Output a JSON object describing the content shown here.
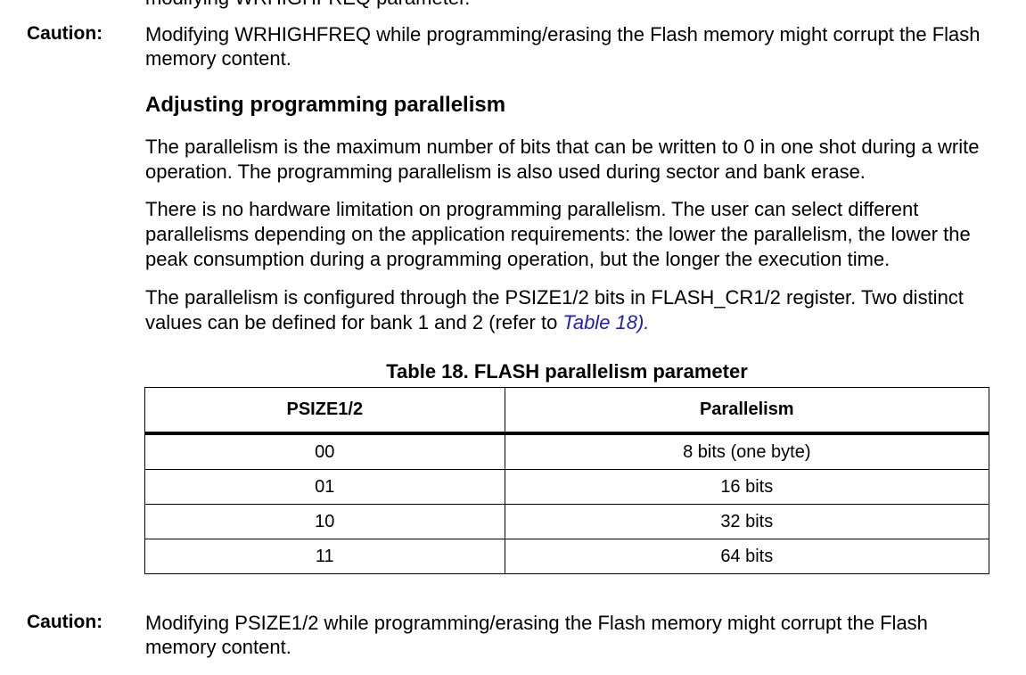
{
  "top_fragment": "modifying WRHIGHFREQ parameter.",
  "caution1": {
    "label": "Caution:",
    "text": "Modifying WRHIGHFREQ while programming/erasing the Flash memory might corrupt the Flash memory content."
  },
  "section": {
    "heading": "Adjusting programming parallelism",
    "para1": "The parallelism is the maximum number of bits that can be written to 0 in one shot during a write operation. The programming parallelism is also used during sector and bank erase.",
    "para2": "There is no hardware limitation on programming parallelism. The user can select different parallelisms depending on the application requirements: the lower the parallelism, the lower the peak consumption during a programming operation, but the longer the execution time.",
    "para3_prefix": "The parallelism is configured through the PSIZE1/2 bits in FLASH_CR1/2 register. Two distinct values can be defined for bank 1 and 2 (refer to ",
    "para3_link": "Table 18)",
    "para3_suffix": "."
  },
  "table": {
    "caption": "Table 18. FLASH parallelism parameter",
    "headers": [
      "PSIZE1/2",
      "Parallelism"
    ],
    "rows": [
      [
        "00",
        "8 bits (one byte)"
      ],
      [
        "01",
        "16 bits"
      ],
      [
        "10",
        "32 bits"
      ],
      [
        "11",
        "64 bits"
      ]
    ]
  },
  "caution2": {
    "label": "Caution:",
    "text": "Modifying PSIZE1/2 while programming/erasing the Flash memory might corrupt the Flash memory content."
  }
}
